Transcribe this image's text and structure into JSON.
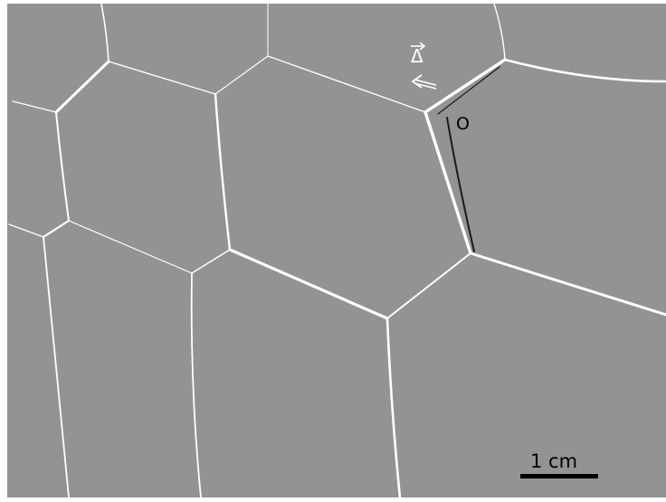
{
  "figure": {
    "delta_label": "Δ",
    "vertex_label": "O",
    "scale_label": "1 cm"
  },
  "colors": {
    "background": "#ffffff",
    "field": "#939393",
    "edge_light": "#ffffff",
    "edge_dark": "#1a1a1a",
    "label_light": "#ffffff",
    "label_dark": "#000000"
  },
  "icons": {
    "delta_arrow": "over-arrow-icon",
    "double_arrow": "leftward-double-arrow-icon"
  }
}
